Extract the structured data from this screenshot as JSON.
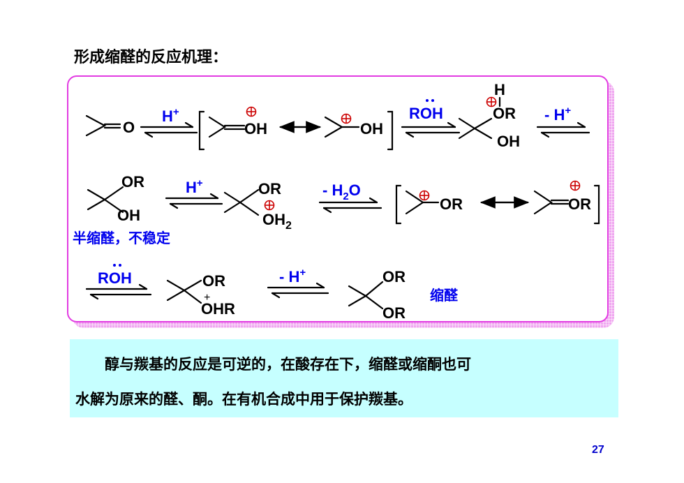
{
  "slide": {
    "title": "形成缩醛的反应机理：",
    "page_number": "27"
  },
  "scheme": {
    "carbonyl_O": "O",
    "OH": "OH",
    "OR": "OR",
    "H": "H",
    "OH2": "OH",
    "OH2_sub": "2",
    "OHR": "OHR",
    "plus_sign": "+",
    "reagents": {
      "h_plus_base": "H",
      "h_plus_sup": "+",
      "roh": "ROH",
      "minus_h_base": "- H",
      "minus_h_sup": "+",
      "minus_h2o_a": "- H",
      "minus_h2o_sub": "2",
      "minus_h2o_b": "O"
    },
    "labels": {
      "hemiacetal": "半缩醛，不稳定",
      "acetal": "缩醛"
    },
    "colors": {
      "reagent": "#0000ee",
      "charge": "#cc0000",
      "bond": "#000000",
      "panel_border": "#e23be2"
    }
  },
  "note": {
    "line1": "　　醇与羰基的反应是可逆的，在酸存在下，缩醛或缩酮也可",
    "line2": "水解为原来的醛、酮。在有机合成中用于保护羰基。"
  }
}
